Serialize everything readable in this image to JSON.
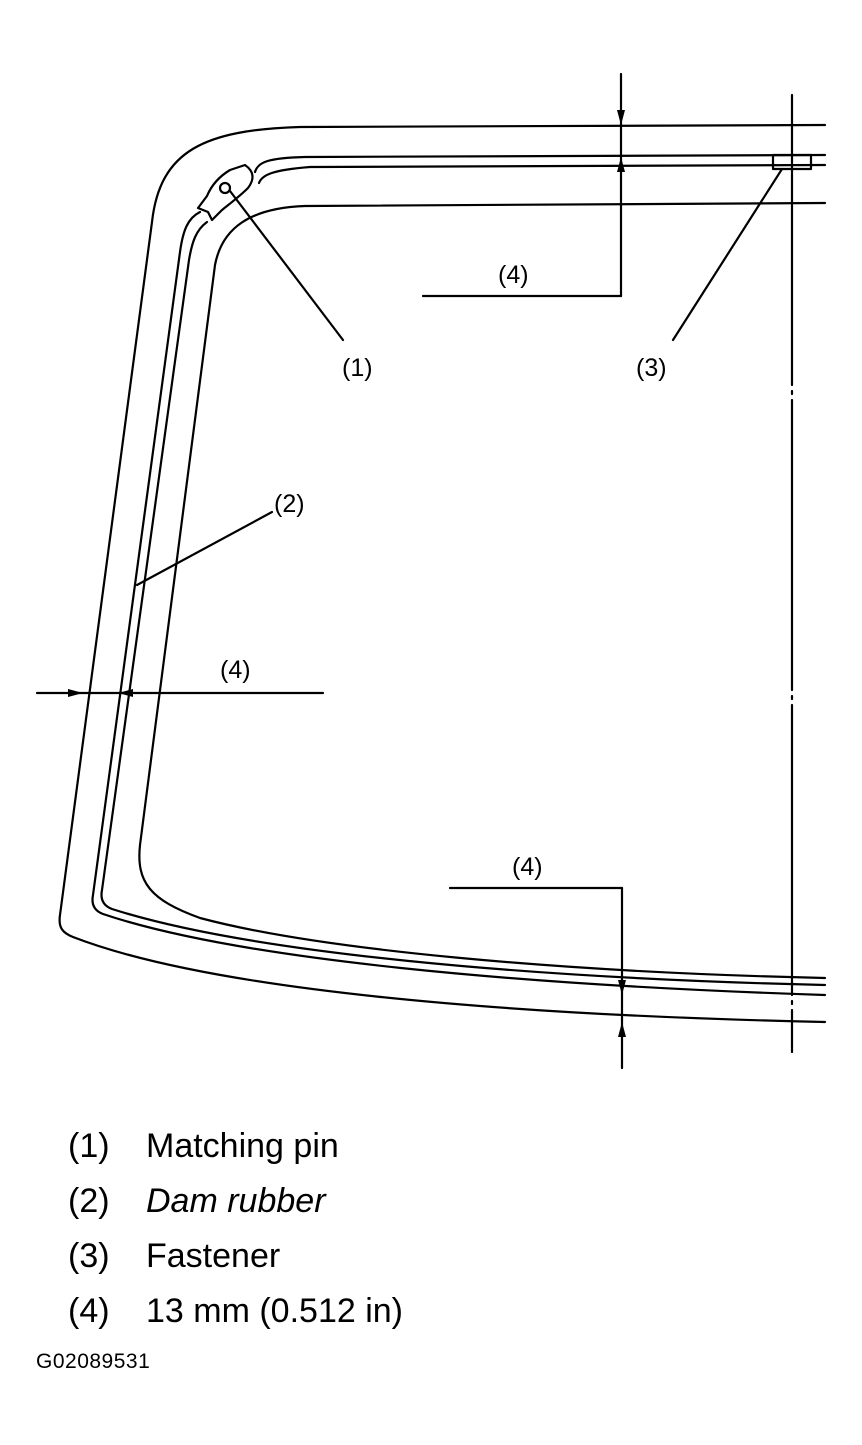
{
  "callouts": {
    "matching_pin": "(1)",
    "dam_rubber": "(2)",
    "fastener": "(3)",
    "dimension_top": "(4)",
    "dimension_side": "(4)",
    "dimension_bottom": "(4)"
  },
  "legend": [
    {
      "number": "(1)",
      "text": "Matching pin"
    },
    {
      "number": "(2)",
      "text": "Dam rubber"
    },
    {
      "number": "(3)",
      "text": "Fastener"
    },
    {
      "number": "(4)",
      "text": "13 mm (0.512 in)"
    }
  ],
  "figure_id": "G02089531"
}
